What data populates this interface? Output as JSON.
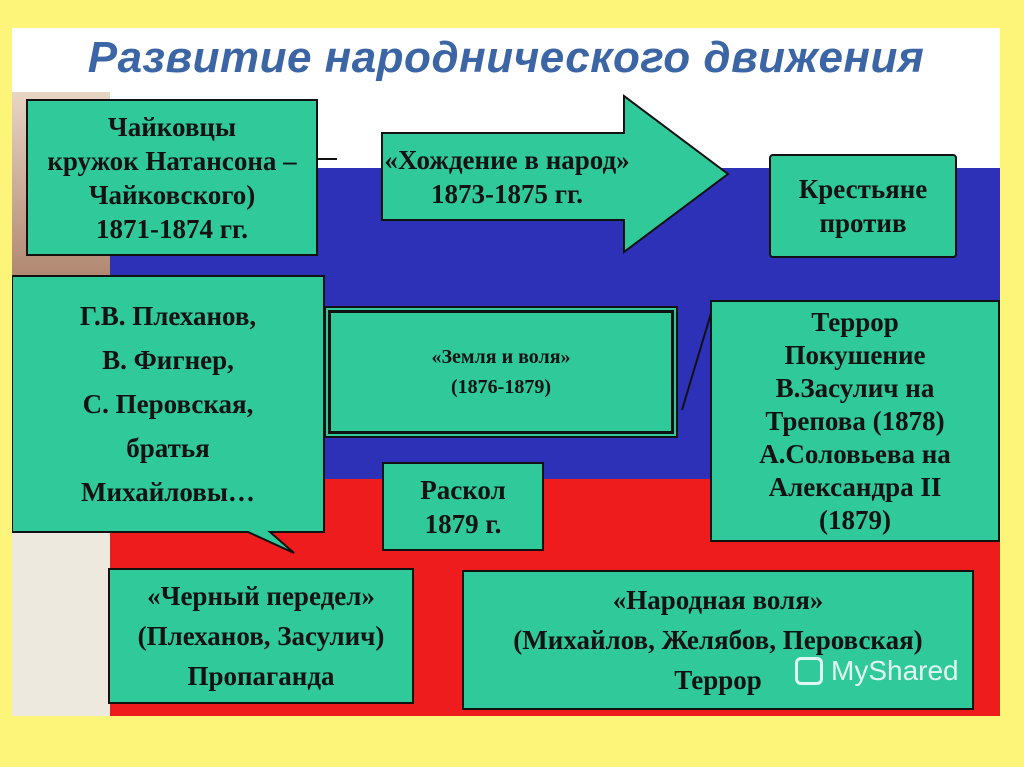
{
  "title": "Развитие  народнического движения",
  "chaikovtsy": "Чайковцы\nкружок Натансона –\nЧайковского)\n1871-1874 гг.",
  "khozhdenie": "«Хождение в народ»\n1873-1875 гг.",
  "krestyane": "Крестьяне\nпротив",
  "personalii": "Г.В. Плеханов,\nВ. Фигнер,\nС. Перовская,\nбратья\nМихайловы…",
  "zemlya": "«Земля и воля»\n(1876-1879)",
  "terror": "Террор\nПокушение\nВ.Засулич на\nТрепова (1878)\nА.Соловьева на\nАлександра II\n(1879)",
  "raskol": "Раскол\n1879 г.",
  "chernyi": "«Черный передел»\n(Плеханов, Засулич)\nПропаганда",
  "narodnaya": "«Народная воля»\n(Михайлов, Желябов, Перовская)\nТеррор",
  "watermark": "MyShared",
  "colors": {
    "background": "#fdf57a",
    "box": "#2fc99a",
    "blue": "#2c31b7",
    "red": "#ee1c1c",
    "title": "#3b65a5"
  }
}
